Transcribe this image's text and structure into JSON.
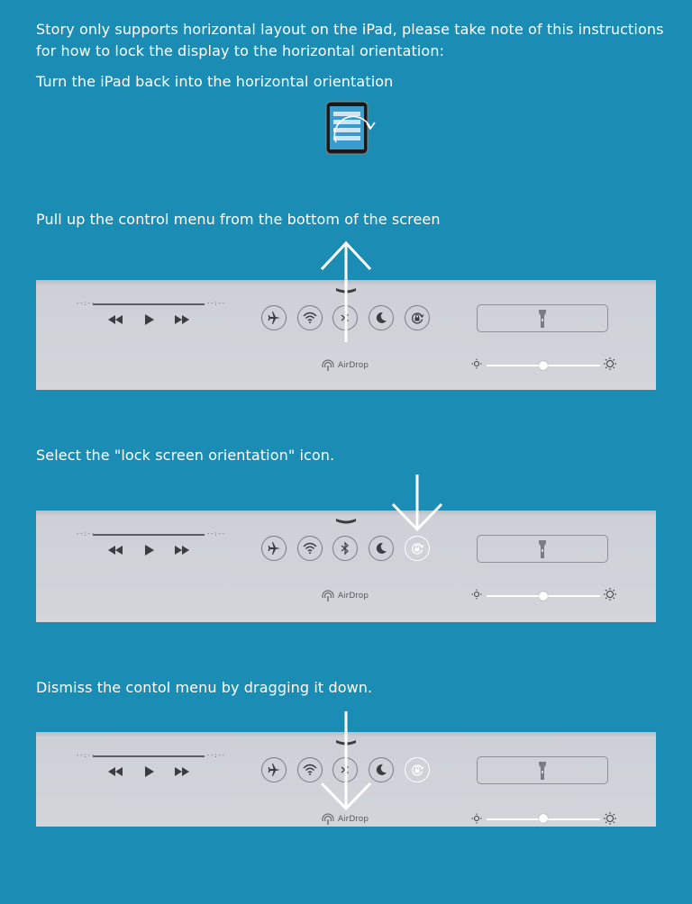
{
  "instructions": {
    "intro": "Story only supports horizontal layout on the iPad, please take note of this instructions for how to lock the display to the horizontal orientation:",
    "step1": "Turn the iPad back into the horizontal orientation",
    "step2": "Pull up the control menu from the bottom of the screen",
    "step3": "Select the \"lock screen orientation\" icon.",
    "step4": "Dismiss the contol menu by dragging it down."
  },
  "control_center": {
    "scrub_elapsed": "--:--",
    "scrub_remaining": "--:--",
    "airdrop_label": "AirDrop",
    "brightness_level": 0.5,
    "toggles": [
      "airplane-mode-icon",
      "wifi-icon",
      "bluetooth-icon",
      "do-not-disturb-icon",
      "rotation-lock-icon"
    ],
    "media_controls": [
      "rewind-icon",
      "play-icon",
      "fast-forward-icon"
    ]
  },
  "colors": {
    "background": "#1b8db4",
    "panel": "#d3d5db",
    "text": "#ffffff"
  }
}
